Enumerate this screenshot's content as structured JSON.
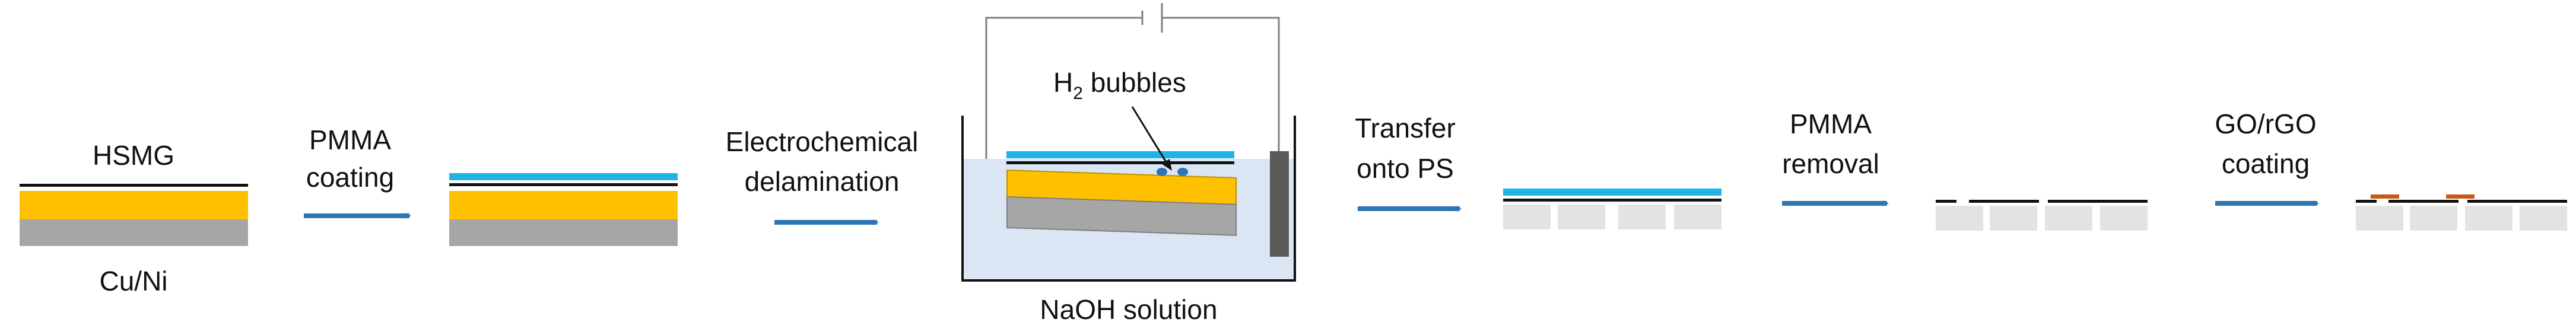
{
  "stages": {
    "hsmg": {
      "top_label": "HSMG",
      "bottom_label": "Cu/Ni"
    },
    "pmma_coating": {
      "line1": "PMMA",
      "line2": "coating"
    },
    "electrochemical": {
      "line1": "Electrochemical",
      "line2": "delamination"
    },
    "bath": {
      "bubbles_prefix": "H",
      "bubbles_subscript": "2",
      "bubbles_suffix": " bubbles",
      "solution_label": "NaOH solution"
    },
    "transfer": {
      "line1": "Transfer",
      "line2": "onto PS"
    },
    "pmma_removal": {
      "line1": "PMMA",
      "line2": "removal"
    },
    "go_coating": {
      "line1": "GO/rGO",
      "line2": "coating"
    }
  },
  "colors": {
    "gold": "#FFC000",
    "substrate": "#A6A6A6",
    "pmma": "#1FB3E6",
    "arrow": "#2E75B6",
    "solution": "#DAE6F3",
    "electrode": "#595959",
    "ps_block": "#E3E3E3",
    "go_flake": "#C55A11",
    "bubble": "#2E75B6"
  },
  "icons": [
    "arrow-right-icon",
    "battery-symbol-icon"
  ]
}
